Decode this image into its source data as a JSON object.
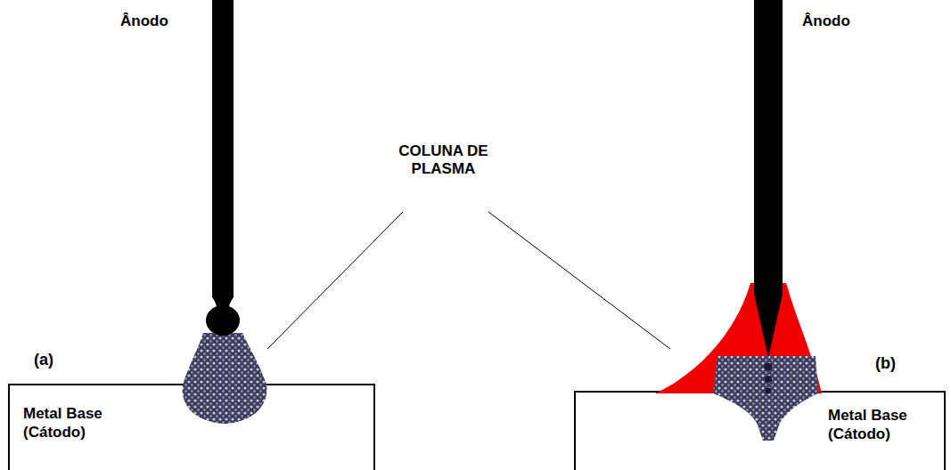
{
  "diagram": {
    "nodes": [
      {
        "text": [
          "Metal Base (Cátodo)"
        ]
      },
      {
        "text": [
          "Metal Base (Cátodo)"
        ]
      }
    ],
    "labels": [
      "Ânodo",
      "COLUNA DE PLASMA",
      "(a)",
      "Ânodo",
      "(b)"
    ]
  }
}
